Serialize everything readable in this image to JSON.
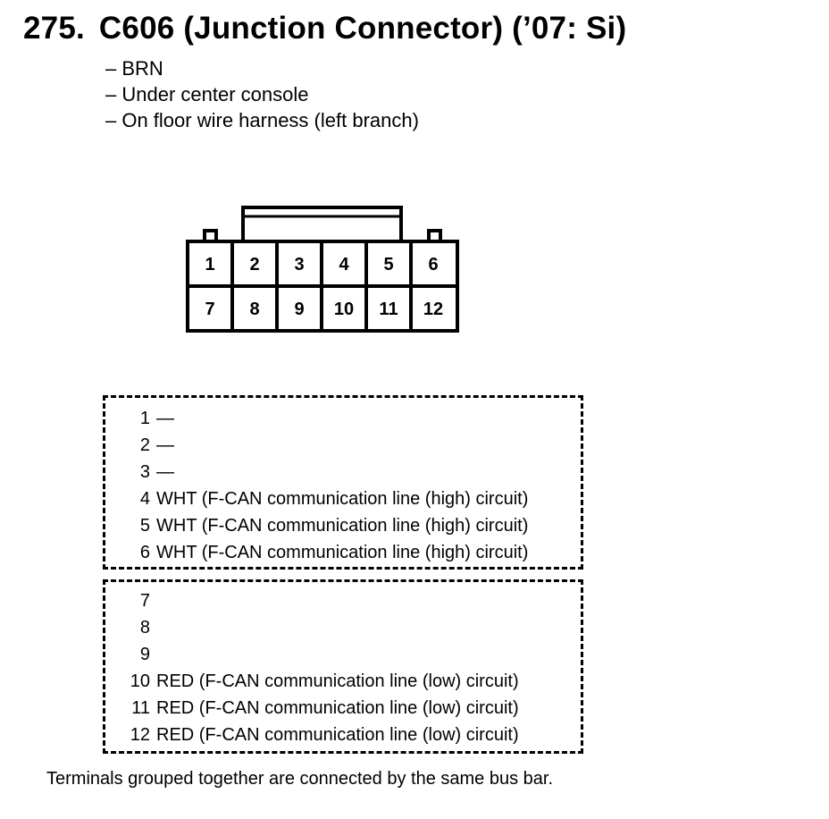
{
  "header": {
    "number": "275.",
    "title": "C606 (Junction Connector) (’07: Si)"
  },
  "notes": [
    "– BRN",
    "– Under center console",
    "– On floor wire harness (left branch)"
  ],
  "connector": {
    "top_row": [
      "1",
      "2",
      "3",
      "4",
      "5",
      "6"
    ],
    "bottom_row": [
      "7",
      "8",
      "9",
      "10",
      "11",
      "12"
    ]
  },
  "groups": [
    {
      "rows": [
        {
          "pin": "1",
          "desc": "—"
        },
        {
          "pin": "2",
          "desc": "—"
        },
        {
          "pin": "3",
          "desc": "—"
        },
        {
          "pin": "4",
          "desc": "WHT (F-CAN communication line (high) circuit)"
        },
        {
          "pin": "5",
          "desc": "WHT (F-CAN communication line (high) circuit)"
        },
        {
          "pin": "6",
          "desc": "WHT (F-CAN communication line (high) circuit)"
        }
      ]
    },
    {
      "rows": [
        {
          "pin": "7",
          "desc": ""
        },
        {
          "pin": "8",
          "desc": ""
        },
        {
          "pin": "9",
          "desc": ""
        },
        {
          "pin": "10",
          "desc": "RED (F-CAN communication line (low) circuit)"
        },
        {
          "pin": "11",
          "desc": "RED (F-CAN communication line (low) circuit)"
        },
        {
          "pin": "12",
          "desc": "RED (F-CAN communication line (low) circuit)"
        }
      ]
    }
  ],
  "footer": "Terminals grouped together are connected by the same bus bar."
}
